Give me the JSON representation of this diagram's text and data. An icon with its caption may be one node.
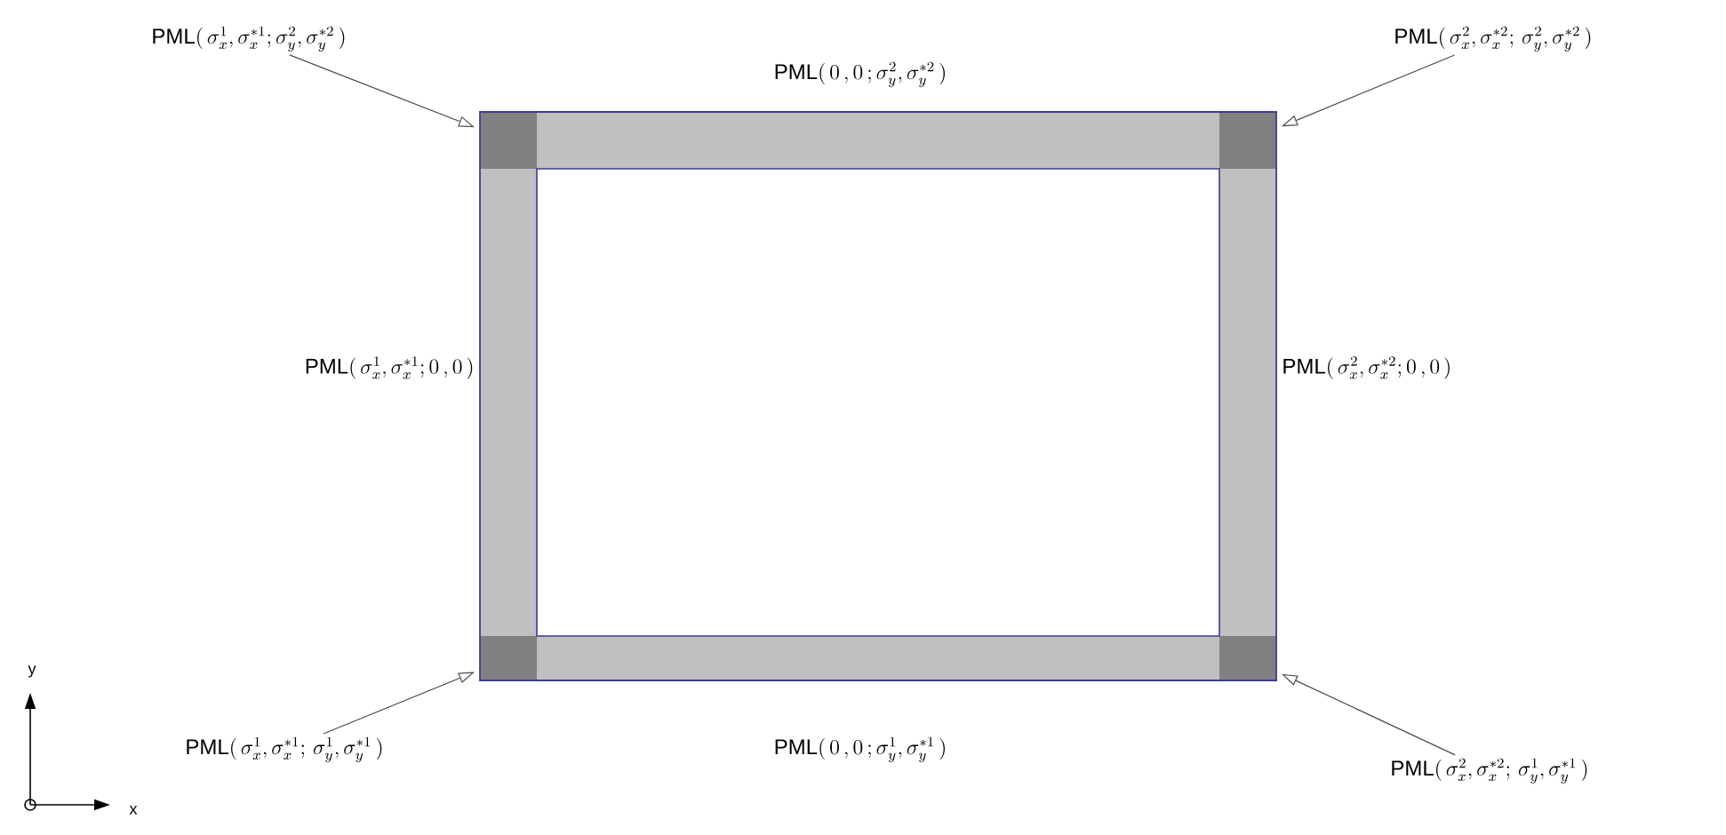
{
  "diagram": {
    "nodes": [
      {
        "text": [
          "\\mathrm{PML}(\\,\\sigma_x^1,\\sigma_x^{*1};\\sigma_y^2,\\sigma_y^{*2}\\,)"
        ]
      },
      {
        "text": [
          "\\mathrm{PML}(\\,\\sigma_x^2,\\sigma_x^{*2};\\,\\sigma_y^2,\\sigma_y^{*2}\\,)"
        ]
      },
      {
        "text": [
          "\\mathrm{PML}(\\,\\sigma_x^1,\\sigma_x^{*1};\\,\\sigma_y^1,\\sigma_y^{*1}\\,)"
        ]
      },
      {
        "text": [
          "\\mathrm{PML}(\\,\\sigma_x^2,\\sigma_x^{*2};\\,\\sigma_y^1,\\sigma_y^{*1}\\,)"
        ]
      },
      {
        "text": [
          "\\mathrm{PML}(\\,0\\,,0\\,;\\sigma_y^2,\\sigma_y^{*2}\\,)"
        ]
      },
      {
        "text": [
          "\\mathrm{PML}(\\,\\sigma_x^1,\\sigma_x^{*1};0\\,,0\\,)"
        ]
      },
      {
        "text": [
          "\\mathrm{PML}(\\,\\sigma_x^2,\\sigma_x^{*2};0\\,,0\\,)"
        ]
      },
      {
        "text": [
          "\\mathrm{PML}(\\,0\\,,0\\,;\\sigma_y^1,\\sigma_y^{*1}\\,)"
        ]
      },
      {
        "text": [],
        "shape": "box"
      },
      {
        "text": [],
        "shape": "box"
      },
      {
        "text": [],
        "shape": "box"
      },
      {
        "text": [],
        "shape": "box"
      },
      {
        "text": [],
        "shape": "box"
      }
    ],
    "edges": [
      {
        "from": 0,
        "to": 8,
        "arrow": "to"
      },
      {
        "from": 1,
        "to": 9,
        "arrow": "to"
      },
      {
        "from": 2,
        "to": 10,
        "arrow": "to"
      },
      {
        "from": 3,
        "to": 11,
        "arrow": "to"
      }
    ],
    "labels": [
      "y",
      "x"
    ]
  }
}
